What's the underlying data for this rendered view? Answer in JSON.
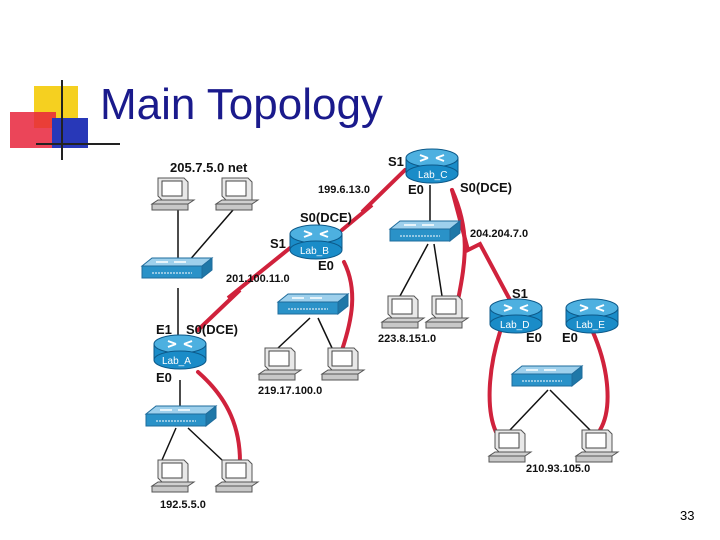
{
  "slide": {
    "title": "Main Topology",
    "page_number": "33"
  },
  "routers": {
    "lab_a": "Lab_A",
    "lab_b": "Lab_B",
    "lab_c": "Lab_C",
    "lab_d": "Lab_D",
    "lab_e": "Lab_E"
  },
  "interfaces": {
    "a_e1": "E1",
    "a_s0": "S0(DCE)",
    "a_e0": "E0",
    "b_s0": "S0(DCE)",
    "b_s1": "S1",
    "b_e0": "E0",
    "c_s1": "S1",
    "c_e0": "E0",
    "c_s0": "S0(DCE)",
    "d_s1": "S1",
    "d_e0": "E0",
    "e_e0": "E0"
  },
  "networks": {
    "n205": "205.7.5.0 net",
    "n199": "199.6.13.0",
    "n201": "201.100.11.0",
    "n219": "219.17.100.0",
    "n223": "223.8.151.0",
    "n204": "204.204.7.0",
    "n210": "210.93.105.0",
    "n192": "192.5.5.0"
  },
  "colors": {
    "title": "#1a1a8c",
    "router": "#1a8cc8",
    "switch": "#2a92c8",
    "red_link": "#d0223c",
    "deco_yellow": "#f5d020",
    "deco_red": "#e8243c",
    "deco_blue": "#2838b8"
  }
}
